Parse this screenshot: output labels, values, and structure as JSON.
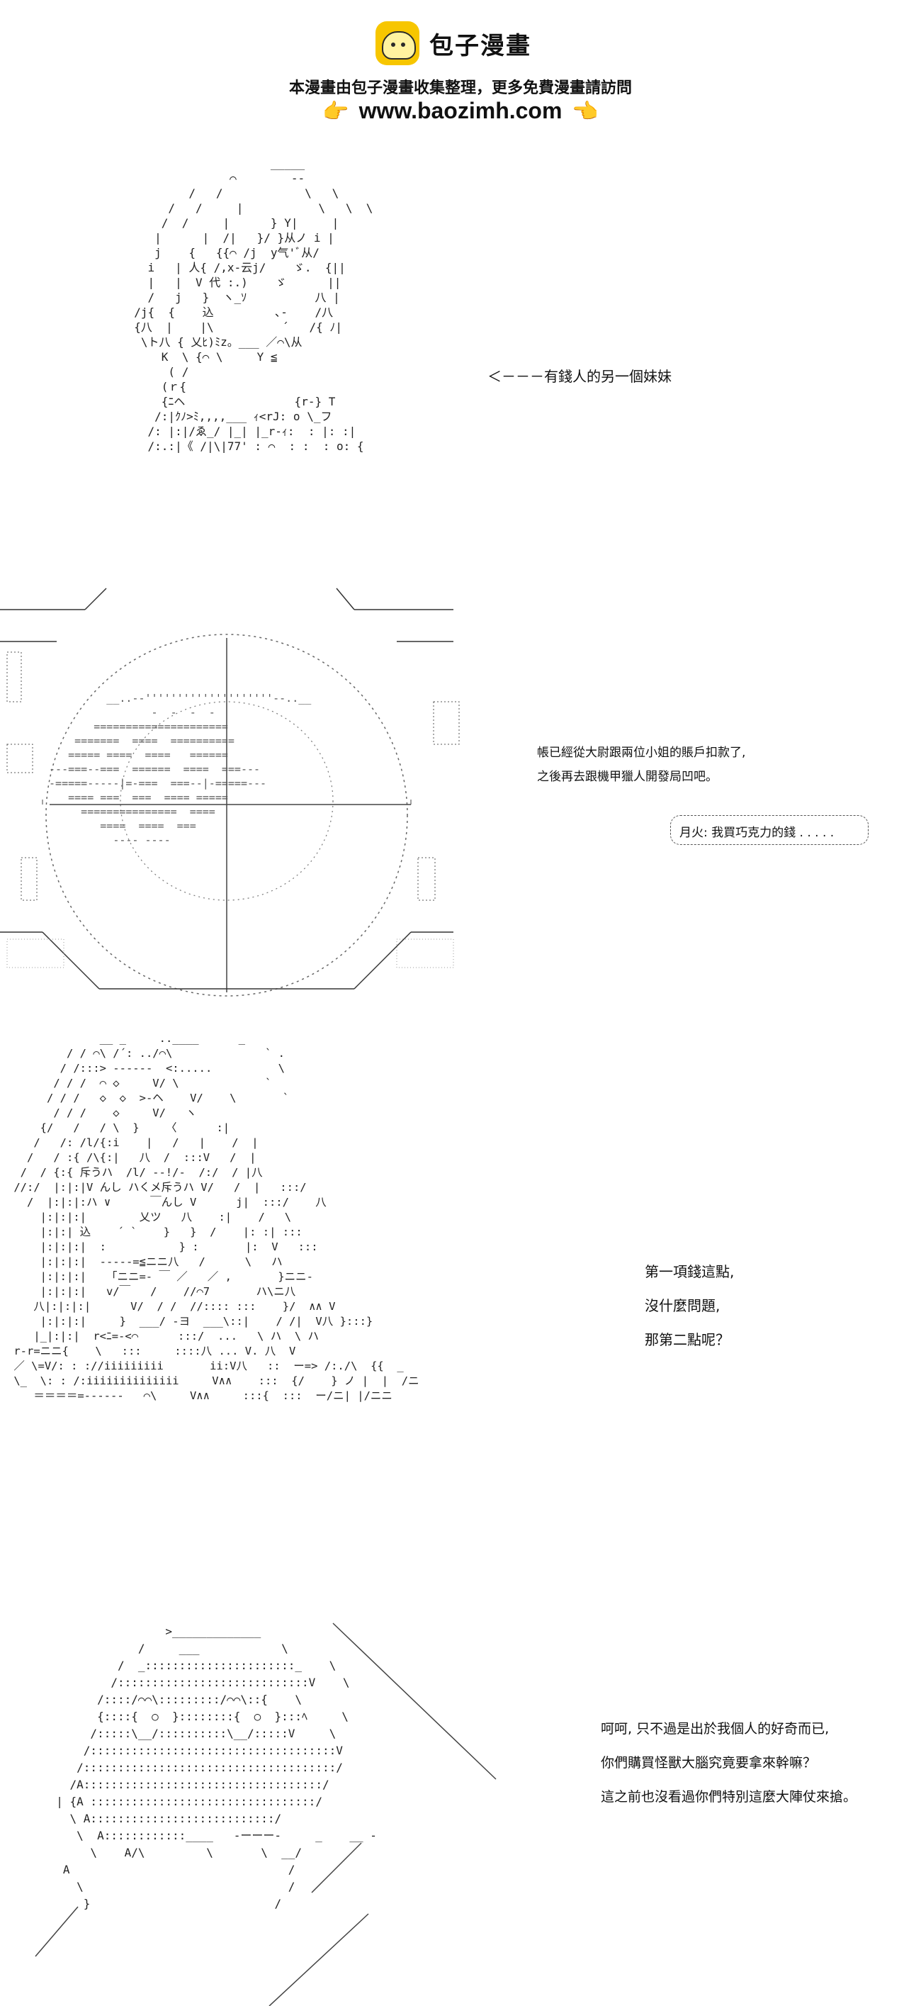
{
  "header": {
    "brand_name": "包子漫畫",
    "notice": "本漫畫由包子漫畫收集整理，更多免費漫畫請訪問",
    "site_url": "www.baozimh.com",
    "hand_left": "👉",
    "hand_right": "👈"
  },
  "panel1": {
    "caption": "＜－－－有錢人的另一個妹妹",
    "art": "                      _____\n                ⌒        --\n          /   /            \\   \\\n       /   /     |           \\   \\  \\\n      /  /     |      } Y|     |\n     |      |  /|   }/ }从ノ i |\n     j    {   {{⌒ /j  y气'ﾞ从/\n    i   | 人{ /,x-云j/    ゞ.  {||\n    |   |  V 代 :.)    ゞ      ||\n    /   j   }  ヽ_ｿ          八 |\n  /j{  {    込         ､-    /八\n  {八  |    |\\          ´   /{ ﾉ|\n   \\ト八 { 乂ﾋ)ﾐz。___ ／⌒\\从\n      K  \\ {⌒ \\     Y ≦\n       ( /\n      (ｒ{\n      {ﾆヘ                {r-} T\n     /:|ｸﾉ>ﾐ,,,,___ ｨ<rJ: o \\_フ\n    /: |:|/ゑ_/ |_| |_r-ｨ:  : |: :|\n    /:.:|《 /|\\|77' : ⌒  : :  : o: {"
  },
  "panel2": {
    "caption_lines": [
      "帳已經從大尉跟兩位小姐的賬戶扣款了,",
      "之後再去跟機甲獵人開發局凹吧。"
    ],
    "bubble_text": "月火: 我買巧克力的錢 . . . . .",
    "art": "          __..--''''''''''''''''''''--..__\n                 -  -  -  -\n        =====================\n     =======  ====  ==========\n    ===== ====  ====   ======\n ---===--===  ======  ====  ===---\n -=====-----|=-===  ===--|-=====---\n    ==== ===  ===  ==== =====\n      ===============  ====\n         ====  ====  ===\n           ---- ----"
  },
  "panel3": {
    "caption_lines": [
      "第一項錢這點,",
      "沒什麼問題,",
      "那第二點呢？"
    ],
    "art": "              __ _     ..____      _\n         / / ⌒\\ /´: ../⌒\\              ` .\n        / /:::> ------  <:.....          \\\n       / / /  ⌒ ◇     V/ \\             `\n      / / /   ◇  ◇  >-ヘ    V/    \\       `\n       / / /    ◇     V/   ヽ\n     {/   /   / \\  }    〈      :|\n    /   /: /l/{:i    |   /   |    /  |\n   /   / :{ /\\{:|   八  /  :::V   /  |\n  /  / {:{ 斥うハ  /l/ --!/-  /:/  / |八\n //:/  |:|:|V んし ハくメ斥うハ V/   /  |   :::/\n   /  |:|:|:ハ ∨      ￣んし V      j|  :::/    八\n     |:|:|:|        乂ツ   八    :|    /   \\\n     |:|:| 込    ´ `    }   }  /    |: :| :::\n     |:|:|:|  :           } :       |:  V   :::\n     |:|:|:|  -----=≦ニニ八   /      \\   ハ\n     |:|:|:|   「ニニ=- ￣ ／   ／ ,       }ニニ-\n     |:|:|:|   v/￣   /    //⌒7       ハ\\ニ八\n    八|:|:|:|      V/  / /  //:::: :::    }/  ∧∧ V\n     |:|:|:|     }  ___/ ‐ヨ  ___\\::|    / /|  V八 }:::}\n    |_|:|:|  r<ﾆ=-<⌒      :::/  ...   \\ ハ  \\ ハ\n r-r=ニニ{    \\   :::     ::::八 ... V. 八  V\n ／ \\=V/: : ://iiiiiiiii       ii:V八   ::  ー=> /:./\\  {{  _\n \\_  \\: : /:iiiiiiiiiiiiii     V∧∧    :::  {/    } ノ |  |  /ニ\n    ＝＝＝＝=------   ⌒\\     V∧∧     :::{  :::  ー/ニ| |/ニニ"
  },
  "panel4": {
    "caption_lines": [
      "呵呵, 只不過是出於我個人的好奇而已,",
      "你們購買怪獸大腦究竟要拿來幹嘛？",
      "這之前也沒看過你們特別這麼大陣仗來搶。"
    ],
    "art": "                  >_____________\n              /     ___            \\\n           /  _::::::::::::::::::::::_    \\\n          /::::::::::::::::::::::::::::V    \\\n        /::::/⌒⌒\\:::::::::/⌒⌒\\::{    \\\n        {::::{  ○  }::::::::{  ○  }:::ﾍ     \\\n       /:::::\\__/::::::::::\\__/:::::V     \\\n      /::::::::::::::::::::::::::::::::::::V\n     /:::::::::::::::::::::::::::::::::::::/\n    /A:::::::::::::::::::::::::::::::::::/\n  | {A :::::::::::::::::::::::::::::::::/\n    \\ A:::::::::::::::::::::::::::/\n     \\  A::::::::::::____   -ーーー-     _    __ -\n       \\    A/\\         \\       \\  __/\n   A                                /\n     \\                              /\n      }                           /"
  }
}
